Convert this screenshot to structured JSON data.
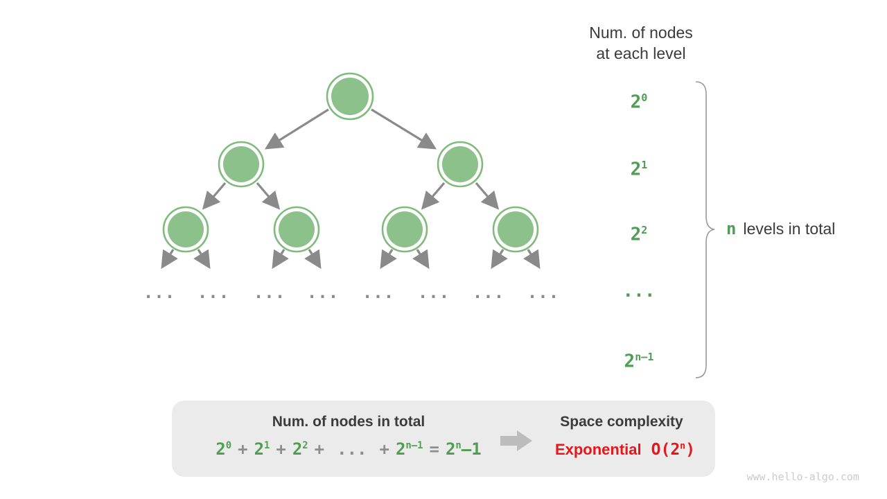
{
  "colors": {
    "green_text": "#4f9e53",
    "node_fill": "#8cc18c",
    "node_ring": "#7eba7a",
    "edge_arrow": "#8a8a8a",
    "dark_text": "#3b3b3b",
    "red_text": "#e81519",
    "box_background": "#ebebeb",
    "fat_arrow": "#bcbcbc",
    "brace": "#999999",
    "watermark": "#cbcbcb"
  },
  "right_panel": {
    "header_line1": "Num. of nodes",
    "header_line2": "at each level",
    "levels": {
      "l0_base": "2",
      "l0_exp": "0",
      "l1_base": "2",
      "l1_exp": "1",
      "l2_base": "2",
      "l2_exp": "2",
      "dots": "...",
      "ln_base": "2",
      "ln_exp": "n–1"
    },
    "brace_n": "n",
    "brace_text": "levels in total"
  },
  "tree": {
    "ellipsis": "..."
  },
  "summary": {
    "left_title": "Num. of nodes in total",
    "formula": {
      "t0_base": "2",
      "t0_exp": "0",
      "plus": "+",
      "t1_base": "2",
      "t1_exp": "1",
      "t2_base": "2",
      "t2_exp": "2",
      "dots": "...",
      "tn_base": "2",
      "tn_exp": "n–1",
      "equals": "=",
      "result_base": "2",
      "result_exp": "n",
      "result_tail": "–1"
    },
    "right_title": "Space complexity",
    "complexity_word": "Exponential",
    "big_o_pre": "O(2",
    "big_o_sup": "n",
    "big_o_post": ")"
  },
  "watermark": "www.hello-algo.com"
}
